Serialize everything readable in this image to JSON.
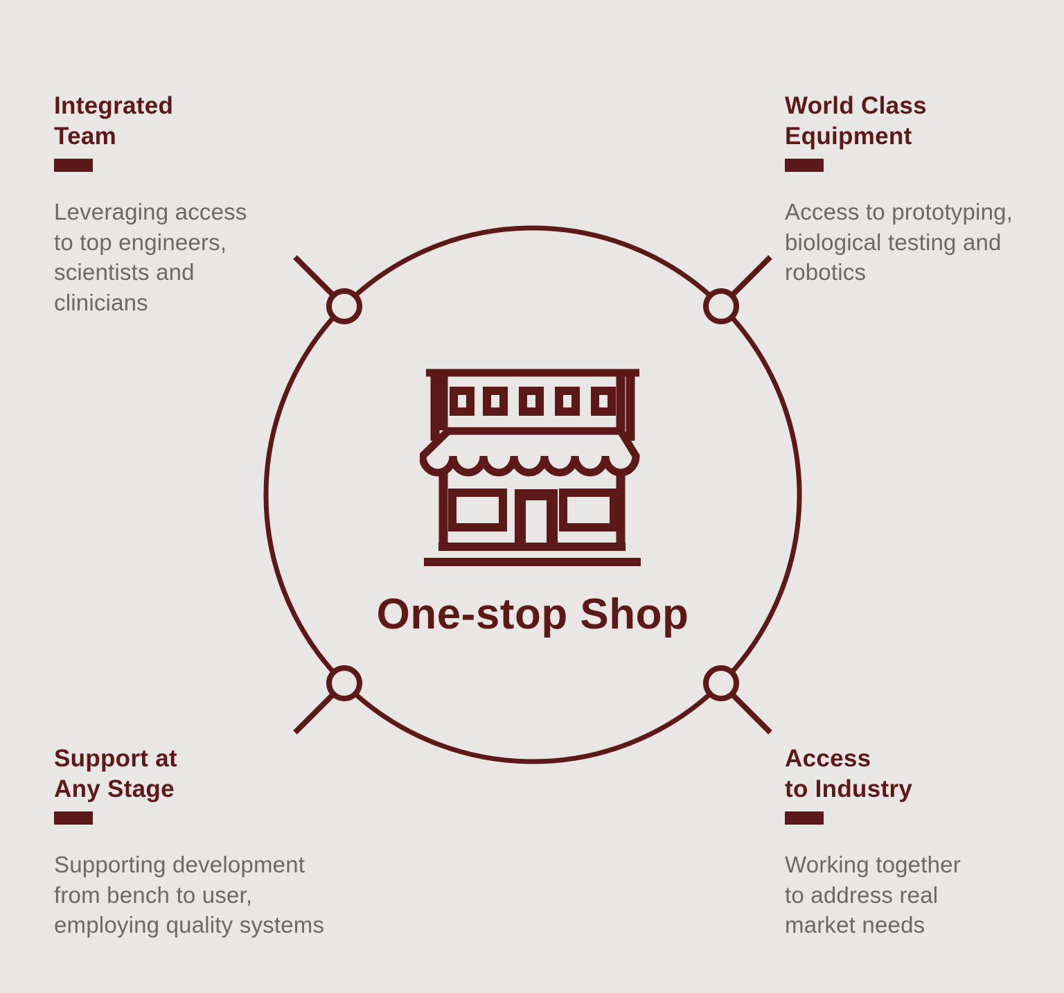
{
  "colors": {
    "accent": "#5d1818",
    "body_text": "#6a6968",
    "background": "#e9e7e5"
  },
  "center": {
    "title": "One-stop Shop",
    "icon": "storefront-icon"
  },
  "features": {
    "top_left": {
      "title": "Integrated\nTeam",
      "description": "Leveraging access\nto top engineers,\nscientists and\nclinicians"
    },
    "top_right": {
      "title": "World Class\nEquipment",
      "description": "Access to prototyping,\nbiological testing and\nrobotics"
    },
    "bottom_left": {
      "title": "Support at\nAny Stage",
      "description": "Supporting development\nfrom bench to user,\nemploying quality systems"
    },
    "bottom_right": {
      "title": "Access\nto Industry",
      "description": "Working together\nto address real\nmarket needs"
    }
  }
}
